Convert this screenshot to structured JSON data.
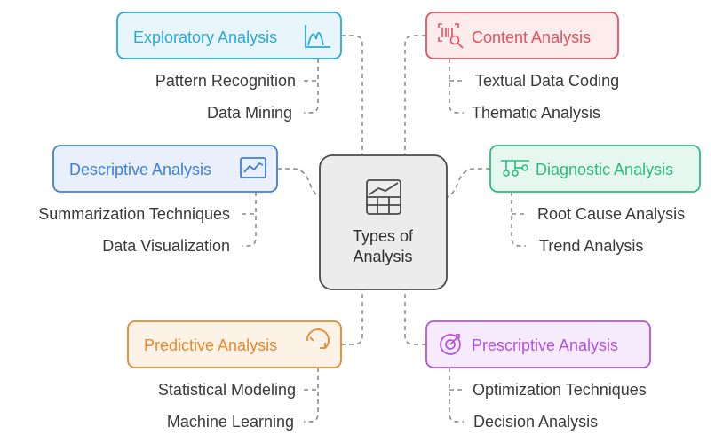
{
  "center": {
    "line1": "Types of",
    "line2": "Analysis",
    "icon": "grid-chart-icon"
  },
  "nodes": [
    {
      "id": "exploratory",
      "label": "Exploratory Analysis",
      "icon": "distribution-curve-icon",
      "color": "#29a9d6",
      "fill": "#e8f6fc",
      "children": [
        "Pattern Recognition",
        "Data Mining"
      ]
    },
    {
      "id": "content",
      "label": "Content Analysis",
      "icon": "barcode-search-icon",
      "color": "#e5505f",
      "fill": "#fdecec",
      "children": [
        "Textual Data Coding",
        "Thematic Analysis"
      ]
    },
    {
      "id": "descriptive",
      "label": "Descriptive Analysis",
      "icon": "line-chart-icon",
      "color": "#3f7fdb",
      "fill": "#e9f0fb",
      "children": [
        "Summarization Techniques",
        "Data Visualization"
      ]
    },
    {
      "id": "diagnostic",
      "label": "Diagnostic Analysis",
      "icon": "root-network-icon",
      "color": "#2fbb80",
      "fill": "#e6f7ef",
      "children": [
        "Root Cause Analysis",
        "Trend Analysis"
      ]
    },
    {
      "id": "predictive",
      "label": "Predictive Analysis",
      "icon": "forecast-arrow-icon",
      "color": "#e9882f",
      "fill": "#fdf2e6",
      "children": [
        "Statistical Modeling",
        "Machine Learning"
      ]
    },
    {
      "id": "prescriptive",
      "label": "Prescriptive Analysis",
      "icon": "target-gauge-icon",
      "color": "#b552e0",
      "fill": "#f6eafd",
      "children": [
        "Optimization Techniques",
        "Decision Analysis"
      ]
    }
  ]
}
